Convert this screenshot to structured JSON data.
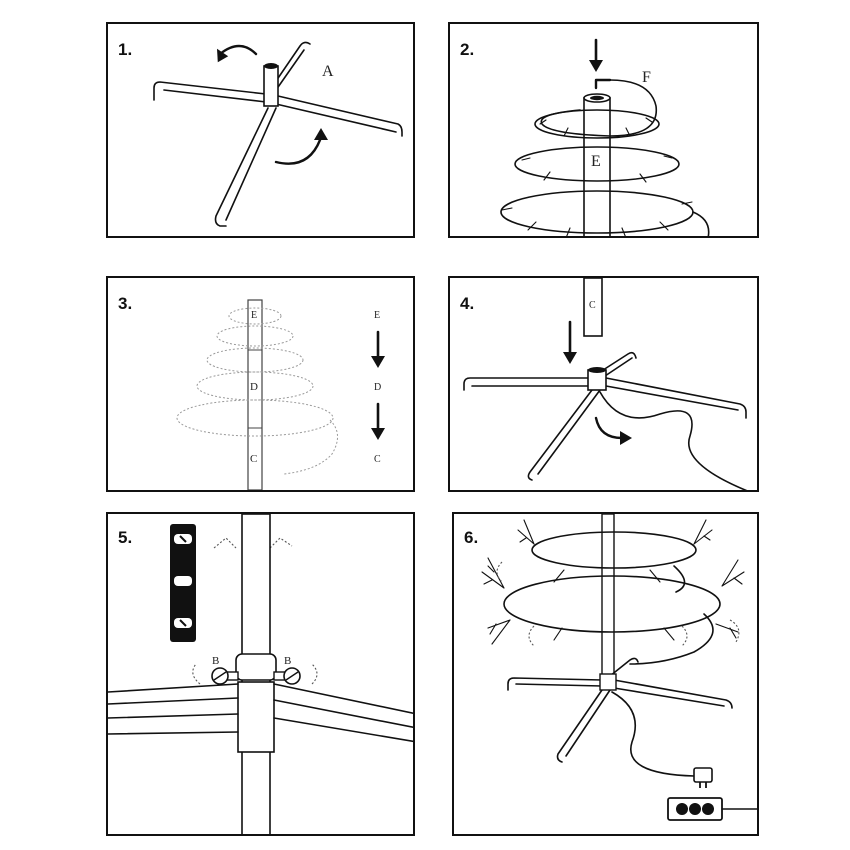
{
  "steps": [
    {
      "number": "1.",
      "labels": {
        "base": "A"
      }
    },
    {
      "number": "2.",
      "labels": {
        "plug": "F",
        "section": "E"
      }
    },
    {
      "number": "3.",
      "labels": {
        "top": "E",
        "middle": "D",
        "bottom": "C",
        "arrow_top": "E",
        "arrow_mid": "D",
        "arrow_bot": "C"
      }
    },
    {
      "number": "4.",
      "labels": {
        "pole": "C"
      }
    },
    {
      "number": "5.",
      "labels": {
        "screw_left": "B",
        "screw_right": "B"
      }
    },
    {
      "number": "6."
    }
  ],
  "colors": {
    "line": "#111111",
    "faint": "#9a9a9a",
    "level_body": "#111111",
    "background": "#ffffff"
  },
  "icons": [
    "rotate-arrow-icon",
    "down-arrow-icon",
    "plug-icon",
    "power-strip-icon",
    "spirit-level-icon",
    "screw-icon"
  ]
}
